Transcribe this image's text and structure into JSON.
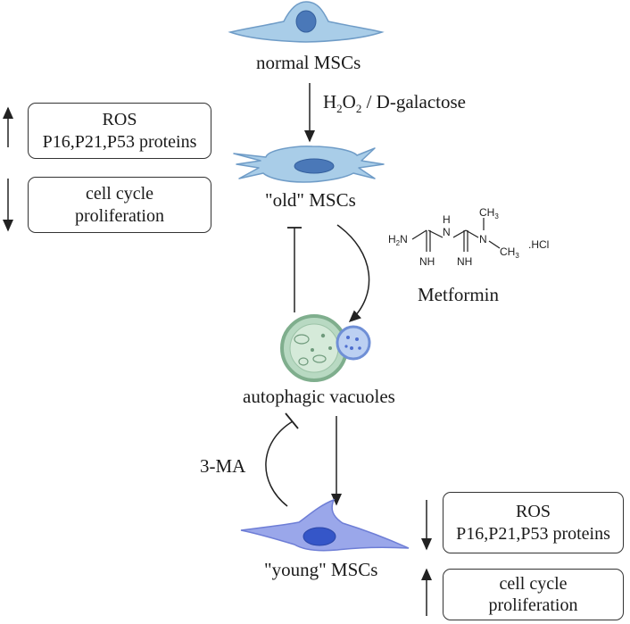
{
  "cells": {
    "normal": {
      "label": "normal MSCs"
    },
    "old": {
      "label": "\"old\" MSCs"
    },
    "young": {
      "label": "\"young\" MSCs"
    }
  },
  "treatment": {
    "label_main": "H",
    "sub1": "2",
    "mid": "O",
    "sub2": "2",
    "rest": " / D-galactose"
  },
  "autophagy": {
    "label": "autophagic vacuoles"
  },
  "inhibitor": {
    "label": "3-MA"
  },
  "drug": {
    "name": "Metformin",
    "structure_labels": {
      "h2n": "H",
      "h2n_sub": "2",
      "h2n_n": "N",
      "nh_top": "H",
      "nh_top_n": "N",
      "ch3_top": "CH",
      "ch3_top_sub": "3",
      "n_right": "N",
      "ch3_right": "CH",
      "ch3_right_sub": "3",
      "hcl": ".HCl",
      "nh_left": "NH",
      "nh_mid": "NH"
    }
  },
  "old_markers": {
    "increased": {
      "direction": "up",
      "lines": [
        "ROS",
        "P16,P21,P53 proteins"
      ]
    },
    "decreased": {
      "direction": "down",
      "lines": [
        "cell cycle",
        "proliferation"
      ]
    }
  },
  "young_markers": {
    "decreased": {
      "direction": "down",
      "lines": [
        "ROS",
        "P16,P21,P53 proteins"
      ]
    },
    "increased": {
      "direction": "up",
      "lines": [
        "cell cycle",
        "proliferation"
      ]
    }
  },
  "colors": {
    "cell_fill": "#a9cde8",
    "cell_nucleus": "#4a78b8",
    "vacuole_fill": "#b8d9c2",
    "young_fill": "#9aa7ea"
  }
}
